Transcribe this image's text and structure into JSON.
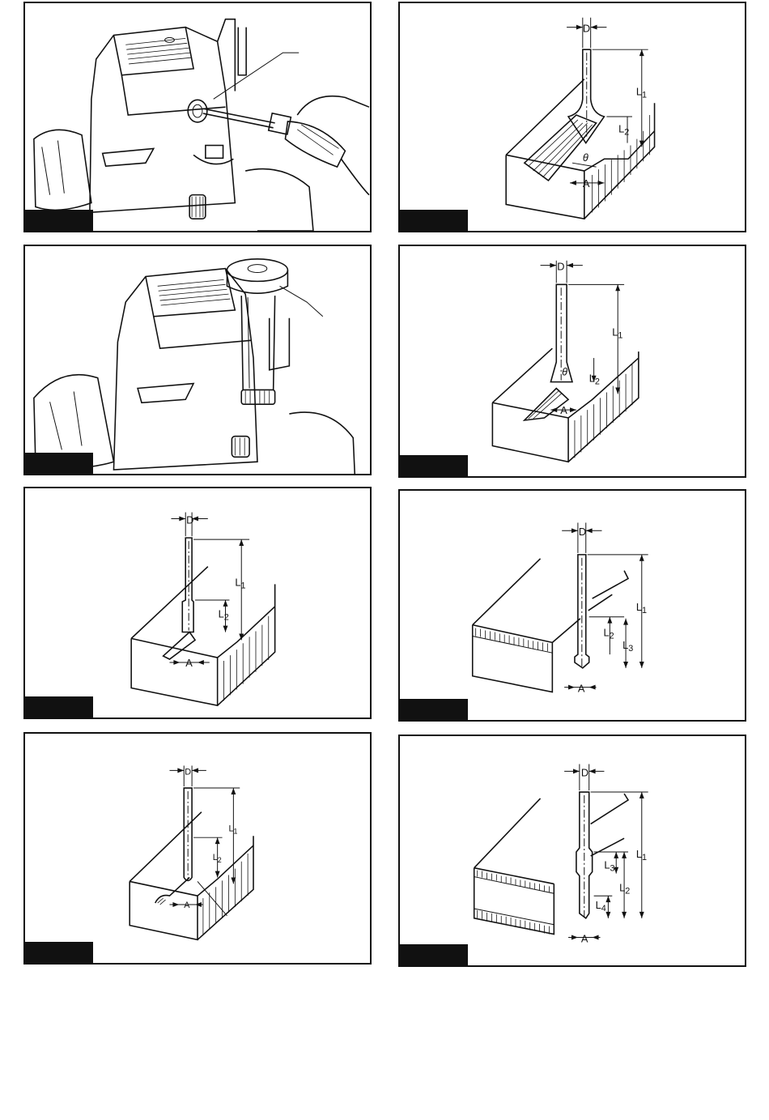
{
  "panels": [
    {
      "id": "p1",
      "type": "photo",
      "subject": "screwdriver-in-router"
    },
    {
      "id": "p2",
      "type": "photo",
      "subject": "template-guide-on-router"
    },
    {
      "id": "p3",
      "type": "diagram",
      "labels": {
        "d": "D",
        "l1": "L",
        "l1_sub": "1",
        "l2": "L",
        "l2_sub": "2",
        "a": "A",
        "theta": "θ"
      }
    },
    {
      "id": "p4",
      "type": "diagram",
      "labels": {
        "d": "D",
        "l1": "L",
        "l1_sub": "1",
        "l2": "L",
        "l2_sub": "2",
        "a": "A",
        "theta": "θ"
      }
    },
    {
      "id": "p5",
      "type": "diagram",
      "labels": {
        "d": "D",
        "l1": "L",
        "l1_sub": "1",
        "l2": "L",
        "l2_sub": "2",
        "a": "A"
      }
    },
    {
      "id": "p6",
      "type": "diagram",
      "labels": {
        "d": "D",
        "l1": "L",
        "l1_sub": "1",
        "l2": "L",
        "l2_sub": "2",
        "l3": "L",
        "l3_sub": "3",
        "a": "A"
      }
    },
    {
      "id": "p7",
      "type": "diagram",
      "labels": {
        "d": "D",
        "l1": "L",
        "l1_sub": "1",
        "l2": "L",
        "l2_sub": "2",
        "a": "A"
      }
    },
    {
      "id": "p8",
      "type": "diagram",
      "labels": {
        "d": "D",
        "l1": "L",
        "l1_sub": "1",
        "l2": "L",
        "l2_sub": "2",
        "l3": "L",
        "l3_sub": "3",
        "l4": "L",
        "l4_sub": "4",
        "a": "A"
      }
    }
  ],
  "icons": [
    "router-illustration",
    "screwdriver-icon",
    "template-guide-icon",
    "router-bit-diagram"
  ]
}
